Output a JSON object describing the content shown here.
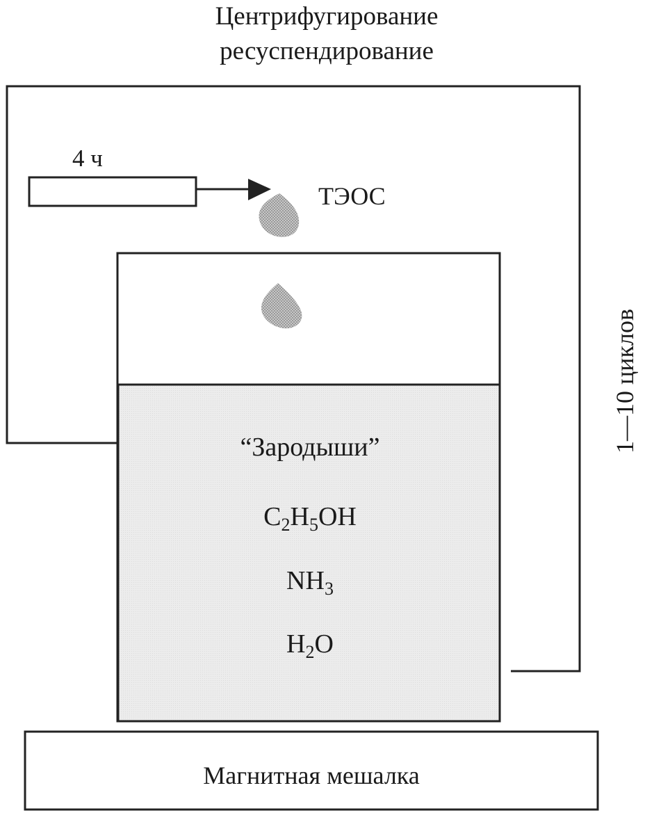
{
  "header": {
    "line1": "Центрифугирование",
    "line2": "ресуспендирование"
  },
  "timer": {
    "label": "4 ч"
  },
  "reagent": {
    "label": "ТЭОС",
    "icon": "droplet-icon"
  },
  "beaker": {
    "seeds_label": "“Зародыши”",
    "components": [
      {
        "base": "C",
        "parts": [
          [
            "C",
            "2"
          ],
          [
            "H",
            "5"
          ],
          [
            "OH",
            ""
          ]
        ]
      },
      {
        "parts": [
          [
            "NH",
            "3"
          ]
        ]
      },
      {
        "parts": [
          [
            "H",
            "2"
          ],
          [
            "O",
            ""
          ]
        ]
      }
    ],
    "component_text": [
      "C2H5OH",
      "NH3",
      "H2O"
    ],
    "fill_color": "#ebebeb"
  },
  "cycle": {
    "label": "1—10 циклов"
  },
  "stirrer": {
    "label": "Магнитная мешалка"
  },
  "colors": {
    "line": "#222222",
    "droplet": "#9a9a9a"
  }
}
